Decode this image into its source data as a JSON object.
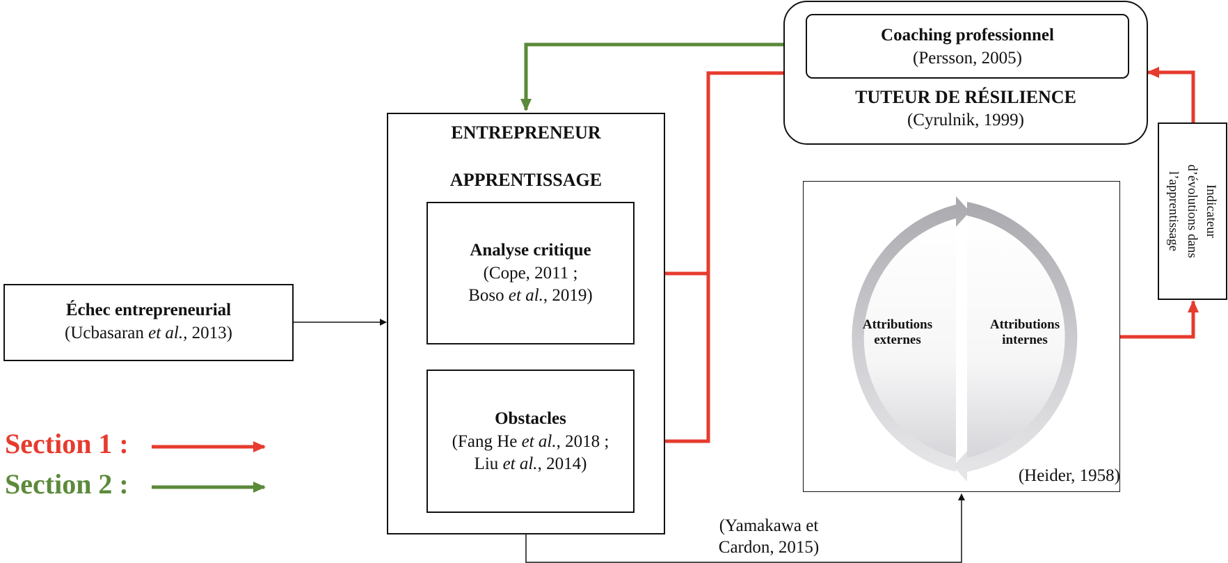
{
  "echec": {
    "title": "Échec entrepreneurial",
    "cite_pre": "(Ucbasaran ",
    "cite_em": "et al.,",
    "cite_post": " 2013)"
  },
  "entrepreneur": {
    "title": "ENTREPRENEUR",
    "subtitle": "APPRENTISSAGE"
  },
  "analyse": {
    "title": "Analyse critique",
    "line1": "(Cope, 2011 ;",
    "line2_pre": "Boso ",
    "line2_em": "et al.",
    "line2_post": ", 2019)"
  },
  "obstacles": {
    "title": "Obstacles",
    "line1_pre": "(Fang He ",
    "line1_em": "et al.",
    "line1_post": ", 2018 ;",
    "line2_pre": "Liu ",
    "line2_em": "et al.",
    "line2_post": ", 2014)"
  },
  "coaching": {
    "title": "Coaching professionnel",
    "cite": "(Persson, 2005)"
  },
  "tuteur": {
    "title": "TUTEUR DE RÉSILIENCE",
    "cite": "(Cyrulnik, 1999)"
  },
  "indicateur": {
    "line1": "Indicateur",
    "line2": "d’évolutions dans",
    "line3": "l’apprentissage"
  },
  "attributions": {
    "externes_1": "Attributions",
    "externes_2": "externes",
    "internes_1": "Attributions",
    "internes_2": "internes",
    "cite": "(Heider, 1958)"
  },
  "yamakawa": {
    "line1": "(Yamakawa et",
    "line2": "Cardon, 2015)"
  },
  "legend": {
    "section1": "Section 1 :",
    "section2": "Section 2 :"
  },
  "colors": {
    "section1": "#e63b2e",
    "section2": "#5b8a3a",
    "cycle": "#b9b9bd"
  }
}
